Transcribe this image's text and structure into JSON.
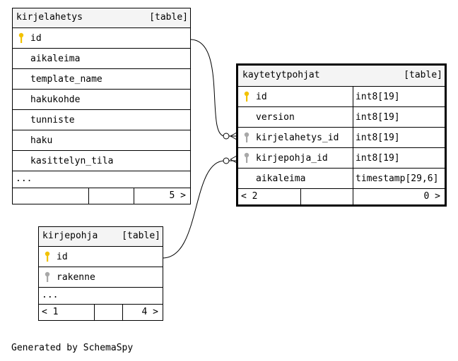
{
  "tables": {
    "kirjelahetys": {
      "name": "kirjelahetys",
      "kind": "[table]",
      "columns": [
        {
          "name": "id",
          "key": "primary"
        },
        {
          "name": "aikaleima",
          "key": ""
        },
        {
          "name": "template_name",
          "key": ""
        },
        {
          "name": "hakukohde",
          "key": ""
        },
        {
          "name": "tunniste",
          "key": ""
        },
        {
          "name": "haku",
          "key": ""
        },
        {
          "name": "kasittelyn_tila",
          "key": ""
        }
      ],
      "more": "...",
      "parents": "",
      "children": "5 >"
    },
    "kaytetytpohjat": {
      "name": "kaytetytpohjat",
      "kind": "[table]",
      "columns": [
        {
          "name": "id",
          "type": "int8[19]",
          "key": "primary"
        },
        {
          "name": "version",
          "type": "int8[19]",
          "key": ""
        },
        {
          "name": "kirjelahetys_id",
          "type": "int8[19]",
          "key": "foreign"
        },
        {
          "name": "kirjepohja_id",
          "type": "int8[19]",
          "key": "foreign"
        },
        {
          "name": "aikaleima",
          "type": "timestamp[29,6]",
          "key": ""
        }
      ],
      "parents": "< 2",
      "children": "0 >"
    },
    "kirjepohja": {
      "name": "kirjepohja",
      "kind": "[table]",
      "columns": [
        {
          "name": "id",
          "key": "primary"
        },
        {
          "name": "rakenne",
          "key": "foreign"
        }
      ],
      "more": "...",
      "parents": "< 1",
      "children": "4 >"
    }
  },
  "footer": {
    "credit": "Generated by SchemaSpy"
  },
  "colors": {
    "primary_key": "#f2c200",
    "foreign_key": "#a8a8a8",
    "header": "#f4f4f4",
    "line": "#000000"
  },
  "relationships": [
    {
      "from": "kaytetytpohjat.kirjelahetys_id",
      "to": "kirjelahetys.id"
    },
    {
      "from": "kaytetytpohjat.kirjepohja_id",
      "to": "kirjepohja.id"
    }
  ]
}
